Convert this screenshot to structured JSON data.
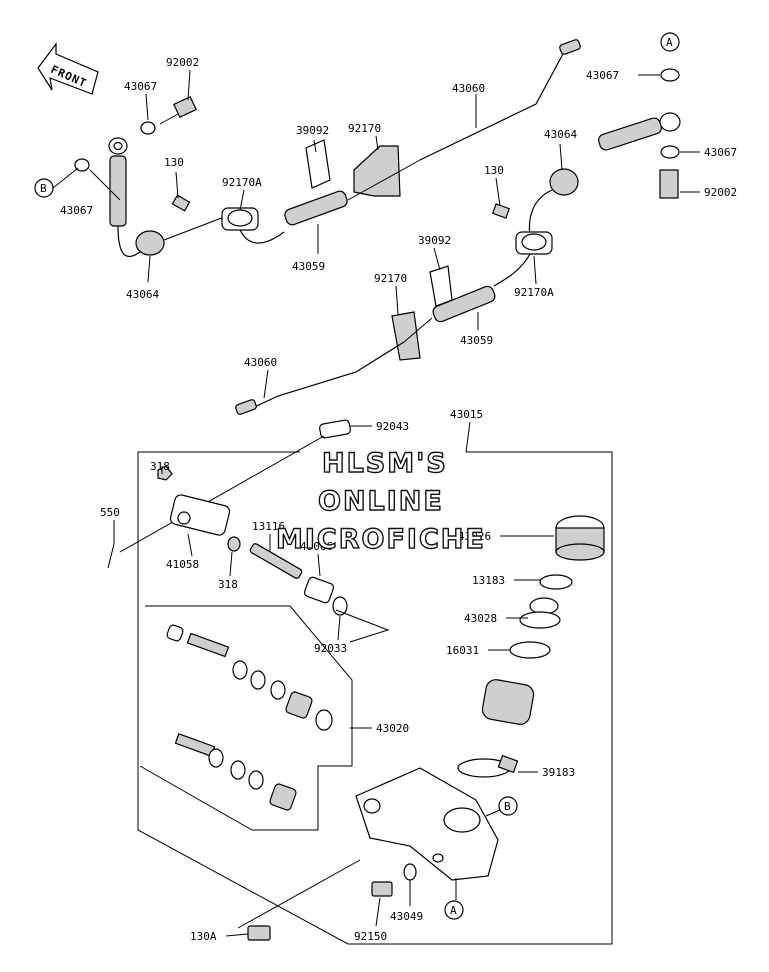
{
  "front_label": "FRONT",
  "ref_a": "A",
  "ref_b": "B",
  "watermark": [
    "HLSM'S",
    "ONLINE",
    "MICROFICHE"
  ],
  "part_numbers": {
    "p92002_top": "92002",
    "p43067_top_left": "43067",
    "p43067_left": "43067",
    "p130_left": "130",
    "p92170a_left": "92170A",
    "p43064_left": "43064",
    "p39092_top": "39092",
    "p92170_top": "92170",
    "p43059_left": "43059",
    "p43060_top": "43060",
    "p43064_right": "43064",
    "p130_right": "130",
    "p43067_top_right": "43067",
    "p43067_right": "43067",
    "p92002_right": "92002",
    "p39092_mid": "39092",
    "p92170_mid": "92170",
    "p92170a_right": "92170A",
    "p43059_right": "43059",
    "p43060_mid": "43060",
    "p43015": "43015",
    "p92043": "92043",
    "p318_top": "318",
    "p550": "550",
    "p41058": "41058",
    "p318_bottom": "318",
    "p13116": "13116",
    "p49006": "49006",
    "p92033": "92033",
    "p43026": "43026",
    "p13183": "13183",
    "p43028": "43028",
    "p16031": "16031",
    "p43020": "43020",
    "p39183": "39183",
    "p43049": "43049",
    "p92150": "92150",
    "p130a": "130A"
  }
}
